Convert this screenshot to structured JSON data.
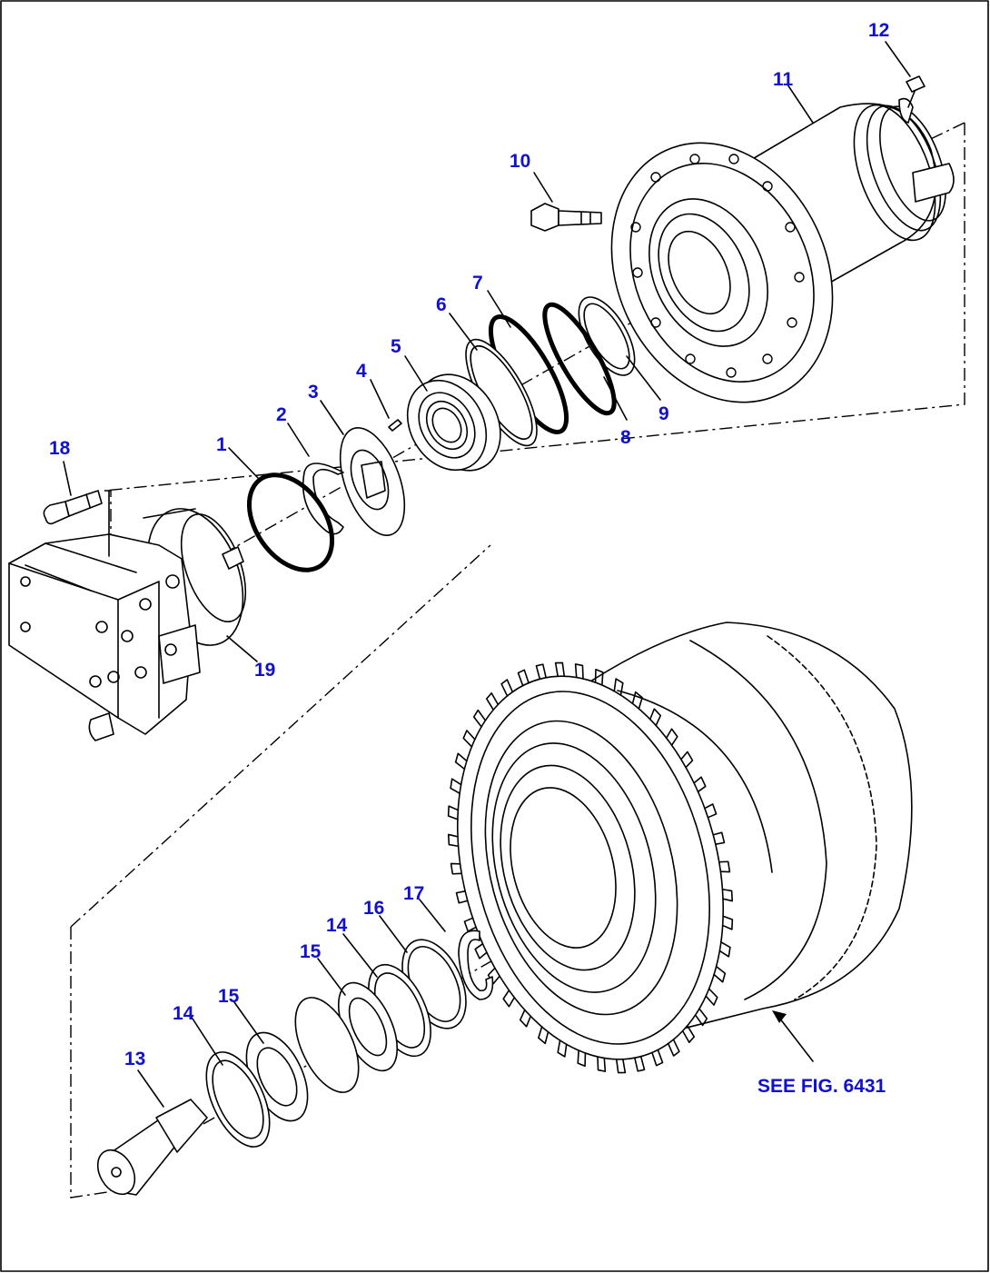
{
  "diagram": {
    "callouts": [
      "1",
      "2",
      "3",
      "4",
      "5",
      "6",
      "7",
      "8",
      "9",
      "10",
      "11",
      "12",
      "13",
      "14",
      "15",
      "16",
      "17",
      "14",
      "15",
      "18",
      "19"
    ],
    "see_reference": "SEE FIG. 6431"
  },
  "colors": {
    "callout_text": "#1010d0",
    "line": "#000000",
    "background": "#ffffff"
  }
}
